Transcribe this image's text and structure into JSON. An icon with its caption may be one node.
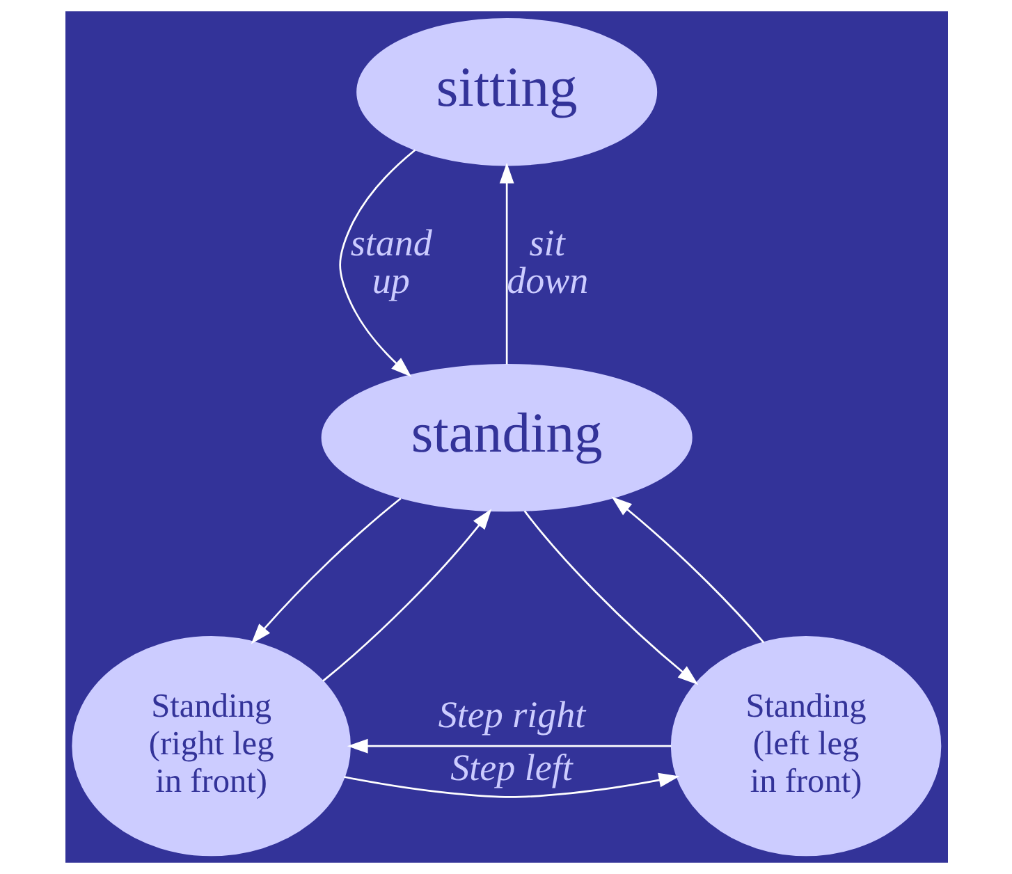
{
  "diagram": {
    "nodes": [
      {
        "text": [
          "sitting"
        ]
      },
      {
        "text": [
          "standing"
        ]
      },
      {
        "text": [
          "Standing (right leg in front)"
        ]
      },
      {
        "text": [
          "Standing (left leg in front)"
        ]
      }
    ],
    "edges": [
      {
        "from": 0,
        "to": 1,
        "arrow": "to",
        "label": "stand up"
      },
      {
        "from": 1,
        "to": 0,
        "arrow": "to",
        "label": "sit down"
      },
      {
        "from": 1,
        "to": 2,
        "arrow": "to"
      },
      {
        "from": 2,
        "to": 1,
        "arrow": "to"
      },
      {
        "from": 1,
        "to": 3,
        "arrow": "to"
      },
      {
        "from": 3,
        "to": 1,
        "arrow": "to"
      },
      {
        "from": 2,
        "to": 3,
        "arrow": "to",
        "label": "Step left"
      },
      {
        "from": 3,
        "to": 2,
        "arrow": "to",
        "label": "Step right"
      }
    ]
  }
}
